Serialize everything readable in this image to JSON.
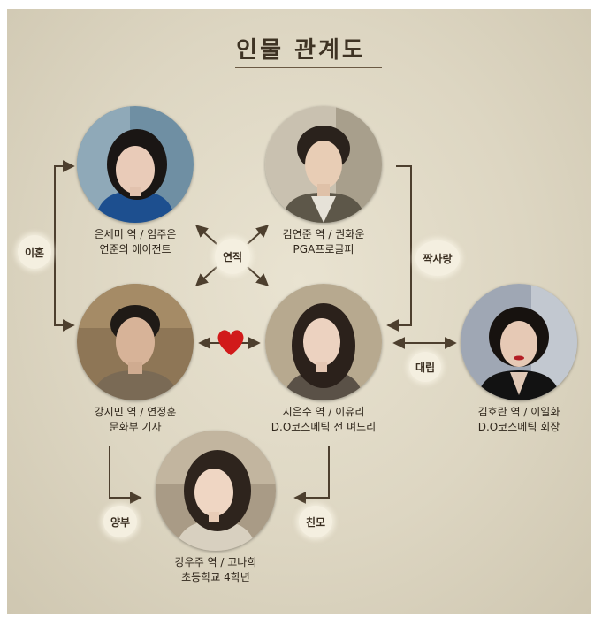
{
  "title": "인물 관계도",
  "characters": [
    {
      "id": "eunsemi",
      "line1": "은세미 역 / 임주은",
      "line2": "연준의 에이전트"
    },
    {
      "id": "kimyeonjun",
      "line1": "김연준 역 / 권화운",
      "line2": "PGA프로골퍼"
    },
    {
      "id": "kangjimin",
      "line1": "강지민 역 / 연정훈",
      "line2": "문화부 기자"
    },
    {
      "id": "jieunsu",
      "line1": "지은수 역 / 이유리",
      "line2": "D.O코스메틱 전 며느리"
    },
    {
      "id": "kimhoran",
      "line1": "김호란 역 / 이일화",
      "line2": "D.O코스메틱 회장"
    },
    {
      "id": "kangwooju",
      "line1": "강우주 역 / 고나희",
      "line2": "초등학교 4학년"
    }
  ],
  "relations": {
    "divorce": "이혼",
    "affair": "연적",
    "crush": "짝사랑",
    "conflict": "대립",
    "stepfather": "양부",
    "biological_mother": "친모"
  },
  "colors": {
    "background": "#ddd6c2",
    "line": "#4d3f2e",
    "heart": "#d11a1a",
    "badge": "#f4efe0"
  }
}
